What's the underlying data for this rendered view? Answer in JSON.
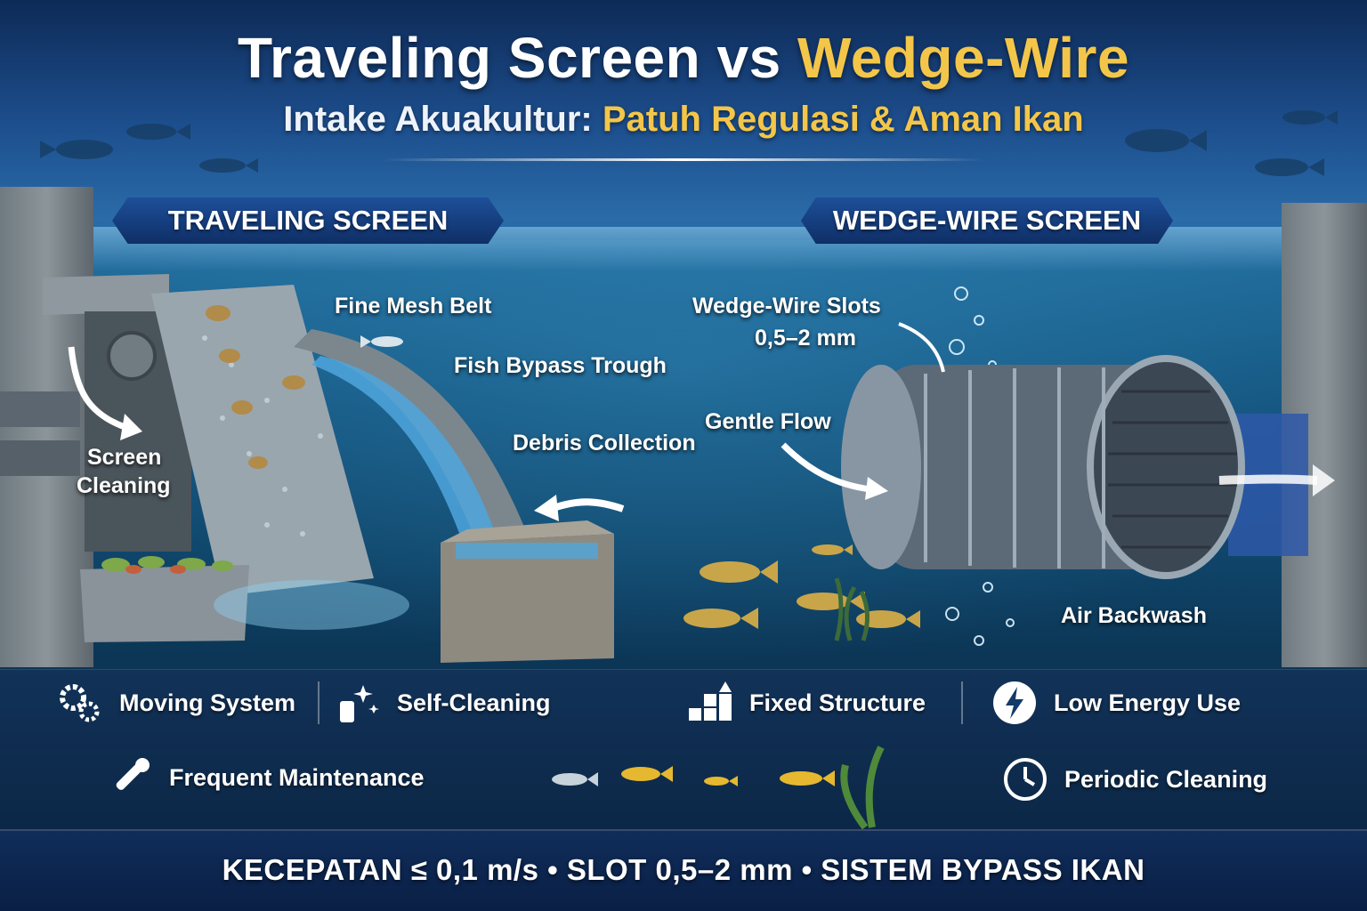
{
  "header": {
    "title_part1": "Traveling Screen vs ",
    "title_part2": "Wedge-Wire",
    "subtitle_part1": "Intake Akuakultur: ",
    "subtitle_part2": "Patuh Regulasi & Aman Ikan"
  },
  "left_section": {
    "ribbon": "TRAVELING SCREEN",
    "labels": {
      "fine_mesh_belt": "Fine Mesh Belt",
      "fish_bypass_trough": "Fish Bypass Trough",
      "debris_collection": "Debris Collection",
      "screen_cleaning_1": "Screen",
      "screen_cleaning_2": "Cleaning"
    }
  },
  "right_section": {
    "ribbon": "WEDGE-WIRE SCREEN",
    "labels": {
      "wedge_wire_slots": "Wedge-Wire Slots",
      "slot_size": "0,5–2 mm",
      "gentle_flow": "Gentle Flow",
      "air_backwash": "Air Backwash"
    }
  },
  "features": {
    "moving_system": "Moving System",
    "self_cleaning": "Self-Cleaning",
    "fixed_structure": "Fixed Structure",
    "low_energy_use": "Low Energy Use",
    "frequent_maintenance": "Frequent Maintenance",
    "periodic_cleaning": "Periodic Cleaning"
  },
  "footer": {
    "text": "KECEPATAN ≤ 0,1 m/s  • SLOT 0,5–2 mm • SISTEM BYPASS IKAN"
  },
  "colors": {
    "accent_gold": "#f3c64a",
    "ribbon_blue": "#1d4f9a",
    "water_deep": "#0f4468"
  }
}
